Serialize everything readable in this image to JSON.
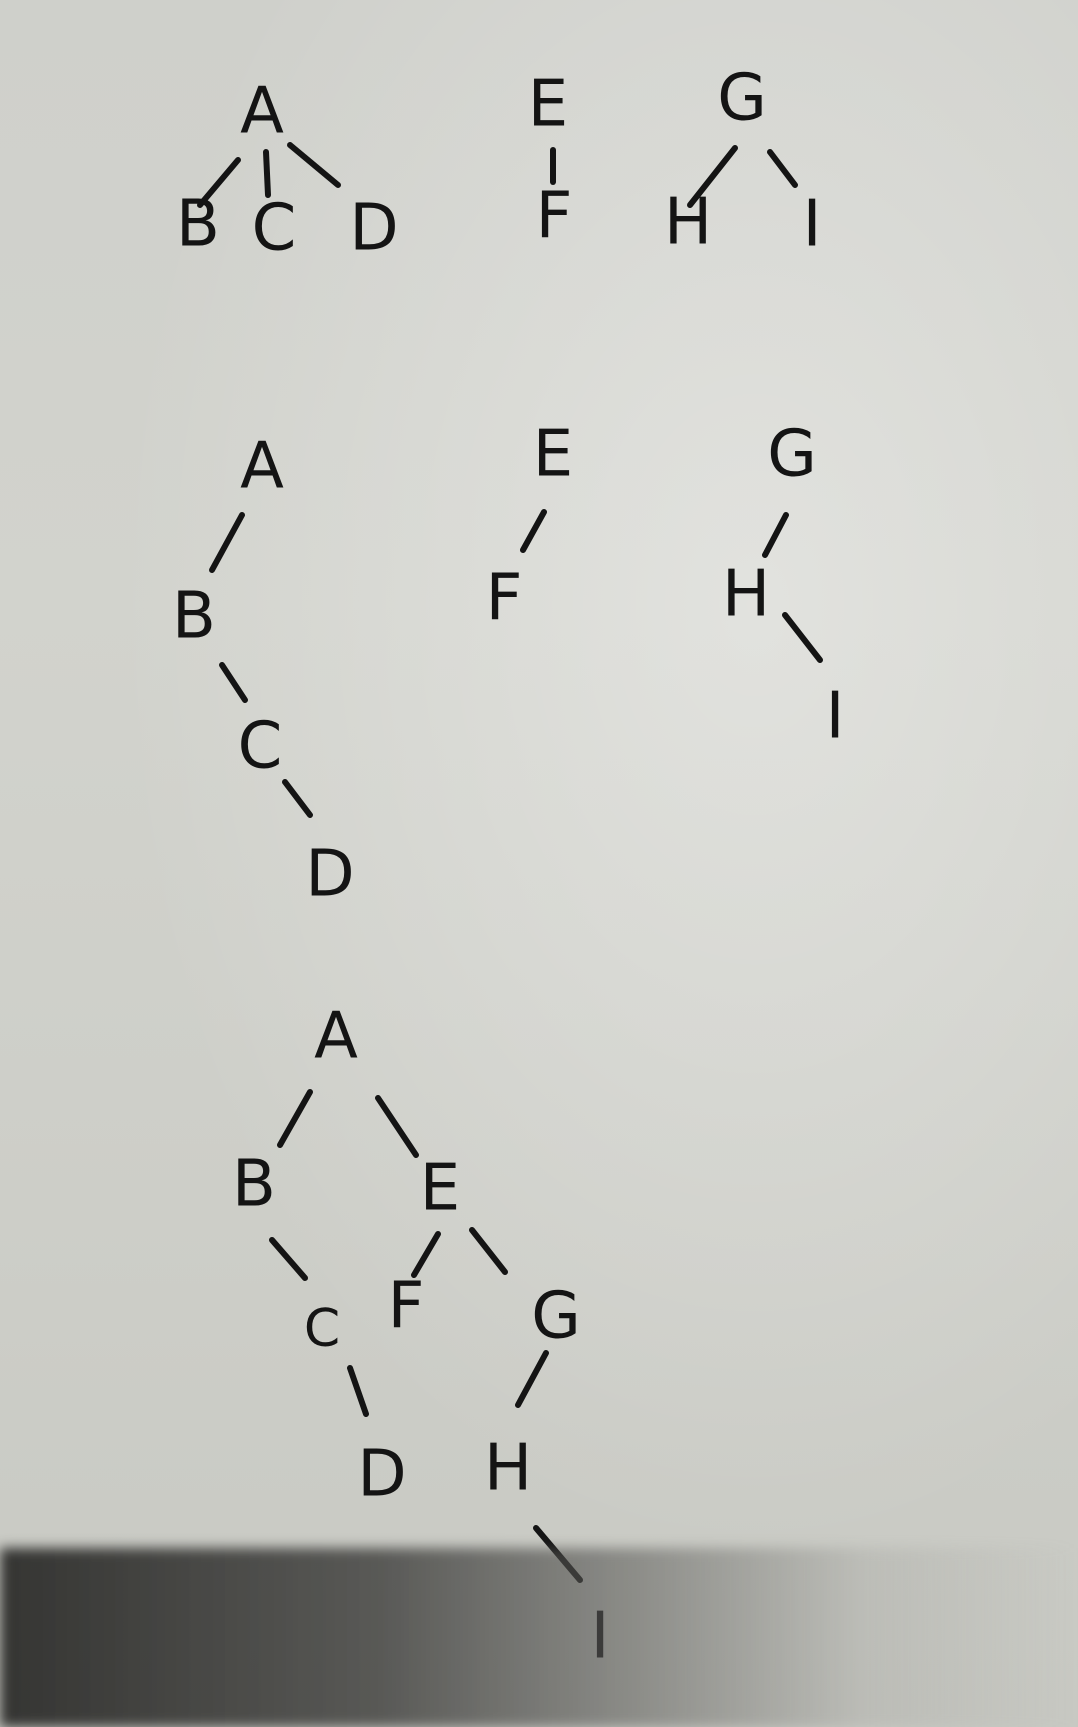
{
  "figure": {
    "diagrams": [
      {
        "nodes": [
          "A",
          "B",
          "C",
          "D",
          "E",
          "F",
          "G",
          "H",
          "I"
        ]
      },
      {
        "nodes": [
          "A",
          "B",
          "C",
          "D",
          "E",
          "F",
          "G",
          "H",
          "I"
        ]
      },
      {
        "nodes": [
          "A",
          "B",
          "E",
          "C",
          "F",
          "G",
          "D",
          "H",
          "I"
        ]
      }
    ]
  }
}
